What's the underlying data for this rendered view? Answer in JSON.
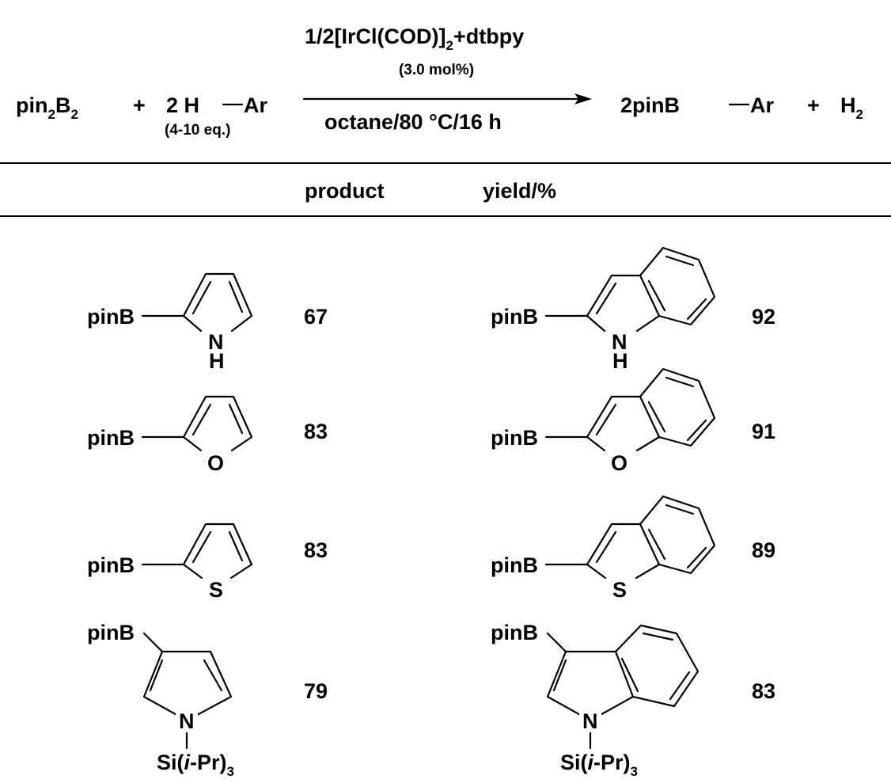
{
  "equation": {
    "reagent1": "pin",
    "reagent1_sub1": "2",
    "reagent1_b": "B",
    "reagent1_sub2": "2",
    "plus1": "+",
    "coef_arene": "2 H",
    "arene_ar": "Ar",
    "arene_eq": "(4-10 eq.)",
    "catalyst_a": "1/2[IrCl(COD)]",
    "catalyst_sub": "2",
    "catalyst_b": "+dtbpy",
    "catalyst_loading": "(3.0 mol%)",
    "conditions": "octane/80 °C/16 h",
    "product": "2pinB",
    "product_ar": "Ar",
    "plus2": "+",
    "byproduct": "H",
    "byproduct_sub": "2"
  },
  "table": {
    "headers": {
      "product": "product",
      "yield": "yield/%"
    }
  },
  "substituent": "pinB",
  "products": [
    {
      "name": "2-boryl-pyrrole",
      "heteroatom": "N",
      "heteroatom_h": "H",
      "yield": "67"
    },
    {
      "name": "2-boryl-indole",
      "heteroatom": "N",
      "heteroatom_h": "H",
      "yield": "92"
    },
    {
      "name": "2-boryl-furan",
      "heteroatom": "O",
      "yield": "83"
    },
    {
      "name": "2-boryl-benzofuran",
      "heteroatom": "O",
      "yield": "91"
    },
    {
      "name": "2-boryl-thiophene",
      "heteroatom": "S",
      "yield": "83"
    },
    {
      "name": "2-boryl-benzothiophene",
      "heteroatom": "S",
      "yield": "89"
    },
    {
      "name": "3-boryl-N-TIPS-pyrrole",
      "heteroatom": "N",
      "protecting_group_a": "Si(",
      "protecting_group_i": "i",
      "protecting_group_b": "-Pr)",
      "protecting_group_sub": "3",
      "yield": "79"
    },
    {
      "name": "3-boryl-N-TIPS-indole",
      "heteroatom": "N",
      "protecting_group_a": "Si(",
      "protecting_group_i": "i",
      "protecting_group_b": "-Pr)",
      "protecting_group_sub": "3",
      "yield": "83"
    }
  ]
}
